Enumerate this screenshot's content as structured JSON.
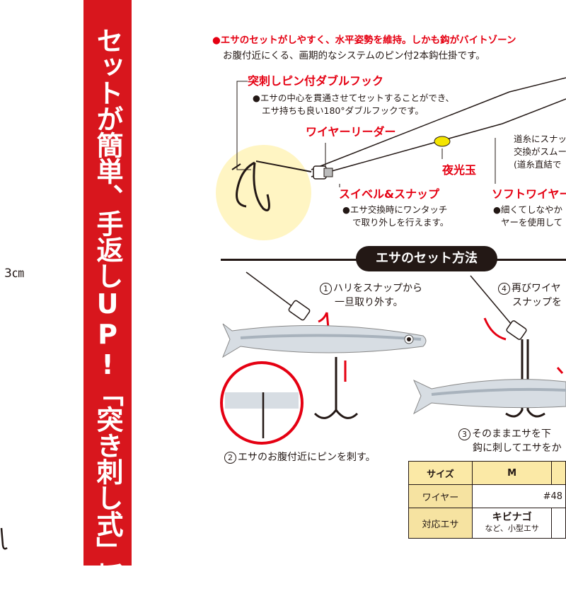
{
  "left": {
    "size_label": "3㎝"
  },
  "banner": {
    "text": "セットが簡単、手返しUP!「突き刺し式」採用"
  },
  "intro": {
    "line1": "●エサのセットがしやすく、水平姿勢を維持。しかも鈎がバイトゾーン",
    "line2": "お腹付近にくる、画期的なシステムのピン付2本鈎仕掛です。"
  },
  "parts": {
    "double_hook": {
      "title": "突刺しピン付ダブルフック",
      "desc1": "●エサの中心を貫通させてセットすることができ、",
      "desc2": "エサ持ちも良い180°ダブルフックです。"
    },
    "wire_leader": {
      "title": "ワイヤーリーダー"
    },
    "glow_bead": {
      "title": "夜光玉"
    },
    "swivel": {
      "title": "スイベル&スナップ",
      "desc1": "●エサ交換時にワンタッチ",
      "desc2": "で取り外しを行えます。"
    },
    "soft_wire": {
      "title": "ソフトワイヤー",
      "desc1": "●細くてしなやか",
      "desc2": "ヤーを使用して"
    },
    "line_note": {
      "line1": "道糸にスナッ",
      "line2": "交換がスムー",
      "line3": "(道糸直結で"
    }
  },
  "section": {
    "title": "エサのセット方法"
  },
  "steps": {
    "s1_num": "1",
    "s1_line1": "ハリをスナップから",
    "s1_line2": "一旦取り外す。",
    "s2_num": "2",
    "s2_text": "エサのお腹付近にピンを刺す。",
    "s3_num": "3",
    "s3_line1": "そのままエサを下",
    "s3_line2": "鈎に刺してエサをか",
    "s4_num": "4",
    "s4_line1": "再びワイヤ",
    "s4_line2": "スナップを"
  },
  "table": {
    "h_size": "サイズ",
    "h_m": "M",
    "r_wire": "ワイヤー",
    "v_wire": "#48",
    "r_bait": "対応エサ",
    "v_bait1": "キビナゴ",
    "v_bait2": "など、小型エサ"
  },
  "colors": {
    "banner_red": "#d8161d",
    "text_red": "#e50012",
    "table_header": "#fbe9a6",
    "glow": "#fff5c3"
  }
}
